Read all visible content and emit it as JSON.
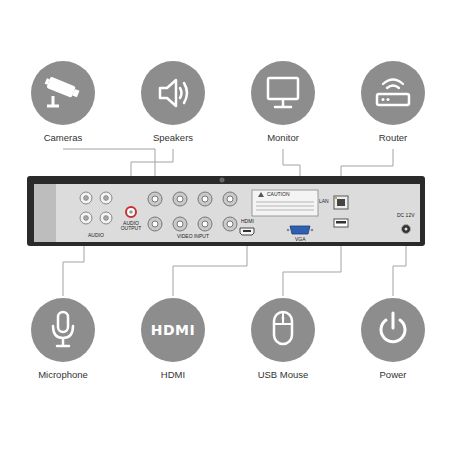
{
  "diagram": {
    "nodes": [
      {
        "text": [
          "Cameras"
        ]
      },
      {
        "text": [
          "Speakers"
        ]
      },
      {
        "text": [
          "Monitor"
        ]
      },
      {
        "text": [
          "Router"
        ]
      },
      {
        "text": [
          "Microphone"
        ]
      },
      {
        "text": [
          "HDMI",
          "HDMI"
        ]
      },
      {
        "text": [
          "USB Mouse"
        ]
      },
      {
        "text": [
          "Power"
        ]
      }
    ],
    "labels": [
      "AUDIO",
      "AUDIO OUTPUT",
      "VIDEO INPUT",
      "CAUTION",
      "HDMI",
      "VGA",
      "LAN",
      "DC 12V"
    ]
  }
}
